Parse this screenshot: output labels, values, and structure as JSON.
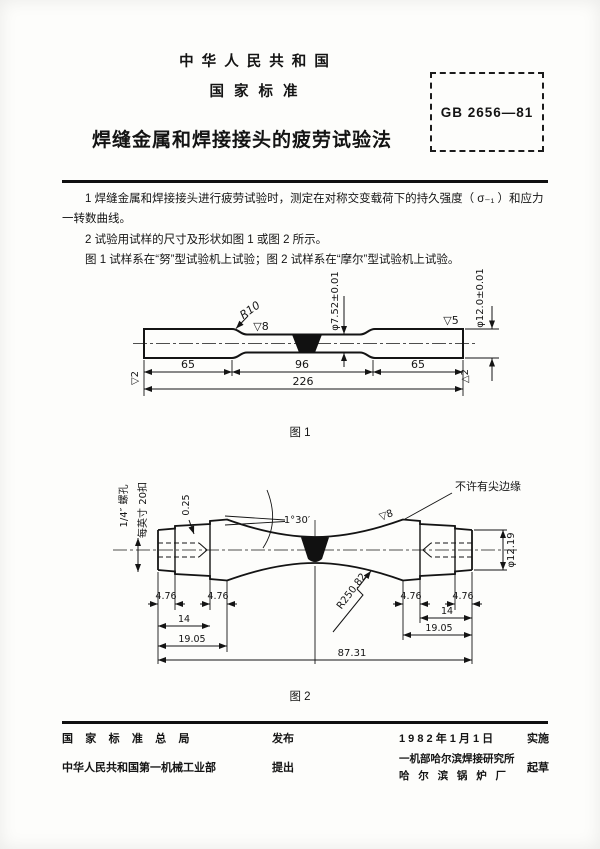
{
  "header": {
    "country": "中 华 人 民 共 和 国",
    "standard_type": "国 家 标 准",
    "standard_number": "GB 2656—81",
    "title": "焊缝金属和焊接接头的疲劳试验法"
  },
  "body": {
    "para1": "1 焊缝金属和焊接接头进行疲劳试验时，测定在对称交变载荷下的持久强度（ σ₋₁ ）和应力一转数曲线。",
    "para2": "2 试验用试样的尺寸及形状如图 1 或图 2 所示。",
    "para3": "图 1 试样系在“努”型试验机上试验；图 2 试样系在“摩尔”型试验机上试验。"
  },
  "figure1": {
    "caption": "图 1",
    "labels": {
      "radius": "R10",
      "finish_mid": "▽8",
      "finish_end": "▽5",
      "finish_left": "▽2",
      "finish_right": "△2",
      "dia_gauge": "φ7.52±0.01",
      "dia_end": "φ12.0±0.01",
      "len_left": "65",
      "len_mid": "96",
      "len_right": "65",
      "len_total": "226"
    }
  },
  "figure2": {
    "caption": "图 2",
    "labels": {
      "thread_note_1": "1/4″ 螺孔",
      "thread_note_2": "每英寸 20扣",
      "step": "0.25",
      "taper_angle": "1°30′",
      "finish_gauge": "▽8",
      "no_sharp_edges": "不许有尖边缘",
      "radius": "R250.82",
      "dia_end": "φ12.19",
      "dim_476": "4.76",
      "dim_14": "14",
      "dim_1905": "19.05",
      "len_total": "87.31"
    }
  },
  "footer": {
    "issuer": "国 家 标 准 总 局",
    "issue_label": "发布",
    "proposer": "中华人民共和国第一机械工业部",
    "propose_label": "提出",
    "impl_date": "1 9 8 2 年 1 月 1 日",
    "impl_label": "实施",
    "drafter_1": "一机部哈尔滨焊接研究所",
    "drafter_2": "哈 尔 滨 锅 炉 厂",
    "draft_label": "起草"
  }
}
